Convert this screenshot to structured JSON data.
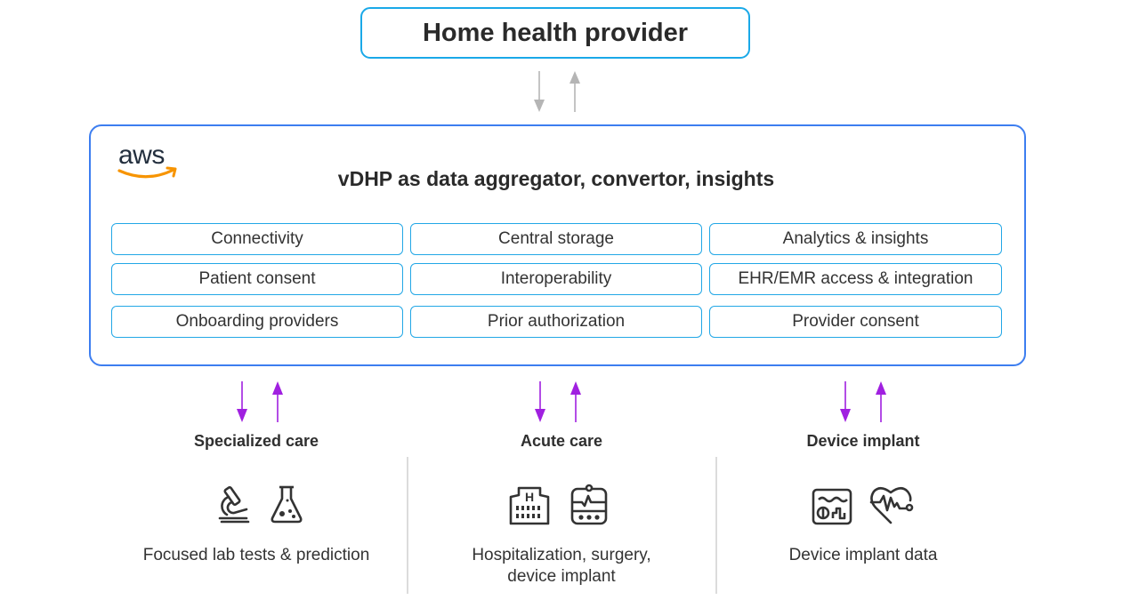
{
  "top_node": {
    "label": "Home health provider"
  },
  "platform": {
    "logo": "aws",
    "logo_icon": "aws-smile-icon",
    "title": "vDHP as data aggregator, convertor, insights",
    "capabilities": [
      [
        "Connectivity",
        "Central storage",
        "Analytics & insights"
      ],
      [
        "Patient consent",
        "Interoperability",
        "EHR/EMR access & integration"
      ],
      [
        "Onboarding providers",
        "Prior authorization",
        "Provider consent"
      ]
    ]
  },
  "colors": {
    "top_border": "#1aa9e8",
    "main_border": "#3d7ef0",
    "capability_border": "#22a7e6",
    "gray_arrow": "#b5b5b5",
    "purple_arrow": "#a020e0",
    "aws_orange": "#f79400"
  },
  "categories": [
    {
      "title": "Specialized care",
      "icons": [
        "microscope-icon",
        "flask-icon"
      ],
      "description": [
        "Focused lab tests & prediction"
      ]
    },
    {
      "title": "Acute care",
      "icons": [
        "hospital-icon",
        "heart-monitor-icon"
      ],
      "description": [
        "Hospitalization, surgery,",
        "device implant"
      ]
    },
    {
      "title": "Device implant",
      "icons": [
        "implant-monitor-icon",
        "heartbeat-icon"
      ],
      "description": [
        "Device implant data"
      ]
    }
  ]
}
